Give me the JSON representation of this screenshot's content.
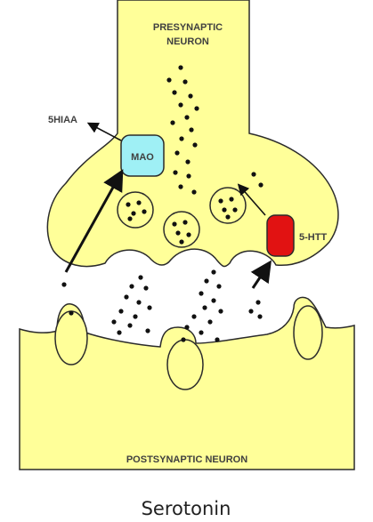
{
  "labels": {
    "presynaptic_line1": "PRESYNAPTIC",
    "presynaptic_line2": "NEURON",
    "postsynaptic": "POSTSYNAPTIC NEURON",
    "mao": "MAO",
    "shiaa": "5HIAA",
    "sert": "5-HTT"
  },
  "caption": "Serotonin",
  "colors": {
    "neuron_fill": "#FFFF99",
    "outline": "#2b2b2b",
    "mao_fill": "#9FF0F5",
    "transporter_fill": "#E11212",
    "dots": "#111111"
  }
}
